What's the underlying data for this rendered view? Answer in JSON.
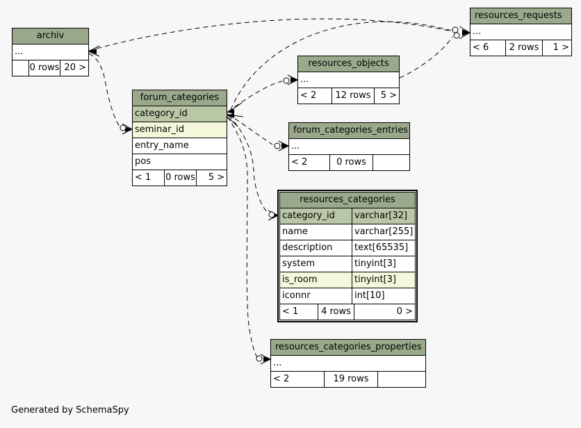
{
  "page": {
    "background_color": "#f7f7f7",
    "generator_note": "Generated by SchemaSpy"
  },
  "colors": {
    "table_header_bg": "#9aa98c",
    "primary_key_bg": "#b9c7a6",
    "indexed_column_bg": "#f4f7da",
    "table_body_bg": "#ffffff",
    "border": "#000000",
    "page_bg": "#f7f7f7"
  },
  "tables": {
    "archiv": {
      "title": "archiv",
      "ellipsis": "...",
      "footer": {
        "left": "",
        "center": "0 rows",
        "right": "20 >"
      }
    },
    "resources_requests": {
      "title": "resources_requests",
      "ellipsis": "...",
      "footer": {
        "left": "< 6",
        "center": "2 rows",
        "right": "1 >"
      }
    },
    "resources_objects": {
      "title": "resources_objects",
      "ellipsis": "...",
      "footer": {
        "left": "< 2",
        "center": "12 rows",
        "right": "5 >"
      }
    },
    "forum_categories": {
      "title": "forum_categories",
      "columns": [
        "category_id",
        "seminar_id",
        "entry_name",
        "pos"
      ],
      "footer": {
        "left": "< 1",
        "center": "0 rows",
        "right": "5 >"
      }
    },
    "forum_categories_entries": {
      "title": "forum_categories_entries",
      "ellipsis": "...",
      "footer": {
        "left": "< 2",
        "center": "0 rows",
        "right": ""
      }
    },
    "resources_categories": {
      "title": "resources_categories",
      "columns": [
        {
          "name": "category_id",
          "type": "varchar[32]"
        },
        {
          "name": "name",
          "type": "varchar[255]"
        },
        {
          "name": "description",
          "type": "text[65535]"
        },
        {
          "name": "system",
          "type": "tinyint[3]"
        },
        {
          "name": "is_room",
          "type": "tinyint[3]"
        },
        {
          "name": "iconnr",
          "type": "int[10]"
        }
      ],
      "footer": {
        "left": "< 1",
        "center": "4 rows",
        "right": "0 >"
      }
    },
    "resources_categories_properties": {
      "title": "resources_categories_properties",
      "ellipsis": "...",
      "footer": {
        "left": "< 2",
        "center": "19 rows",
        "right": ""
      }
    }
  },
  "relationships": [
    {
      "from": "archiv",
      "to": "resources_requests"
    },
    {
      "from": "archiv",
      "to": "forum_categories.seminar_id"
    },
    {
      "from": "forum_categories.category_id",
      "to": "resources_objects"
    },
    {
      "from": "forum_categories.category_id",
      "to": "forum_categories_entries"
    },
    {
      "from": "forum_categories.category_id",
      "to": "resources_categories.category_id"
    },
    {
      "from": "forum_categories.category_id",
      "to": "resources_categories_properties"
    },
    {
      "from": "forum_categories.category_id",
      "to": "resources_requests"
    },
    {
      "from": "resources_objects",
      "to": "resources_requests"
    }
  ]
}
